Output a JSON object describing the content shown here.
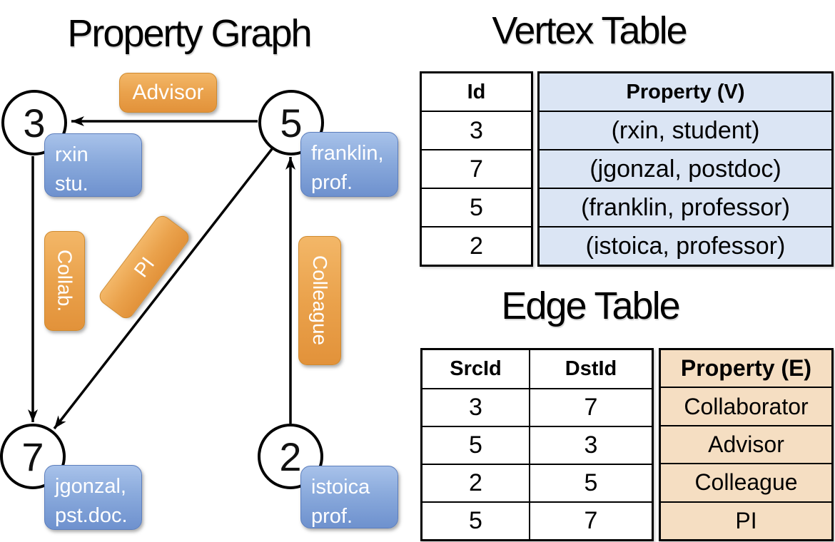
{
  "graph": {
    "title": "Property Graph",
    "vertices": [
      {
        "id": "3",
        "label": [
          "rxin",
          "stu."
        ]
      },
      {
        "id": "5",
        "label": [
          "franklin,",
          "prof."
        ]
      },
      {
        "id": "7",
        "label": [
          "jgonzal,",
          "pst.doc."
        ]
      },
      {
        "id": "2",
        "label": [
          "istoica",
          "prof."
        ]
      }
    ],
    "edges": [
      {
        "label": "Advisor",
        "from": "5",
        "to": "3"
      },
      {
        "label": "Collab.",
        "from": "3",
        "to": "7"
      },
      {
        "label": "PI",
        "from": "5",
        "to": "7"
      },
      {
        "label": "Colleague",
        "from": "2",
        "to": "5"
      }
    ]
  },
  "vertex_table": {
    "title": "Vertex Table",
    "headers": {
      "id": "Id",
      "property": "Property (V)"
    },
    "rows": [
      {
        "id": "3",
        "property": "(rxin, student)"
      },
      {
        "id": "7",
        "property": "(jgonzal, postdoc)"
      },
      {
        "id": "5",
        "property": "(franklin, professor)"
      },
      {
        "id": "2",
        "property": "(istoica, professor)"
      }
    ]
  },
  "edge_table": {
    "title": "Edge Table",
    "headers": {
      "src": "SrcId",
      "dst": "DstId",
      "property": "Property (E)"
    },
    "rows": [
      {
        "src": "3",
        "dst": "7",
        "property": "Collaborator"
      },
      {
        "src": "5",
        "dst": "3",
        "property": "Advisor"
      },
      {
        "src": "2",
        "dst": "5",
        "property": "Colleague"
      },
      {
        "src": "5",
        "dst": "7",
        "property": "PI"
      }
    ]
  },
  "colors": {
    "edge_label_orange_top": "#F3B768",
    "edge_label_orange_bottom": "#E2923A",
    "vertex_label_blue_top": "#A8C2EA",
    "vertex_label_blue_bottom": "#6E91CE",
    "vertex_table_cell_bg": "#DBE5F4",
    "edge_table_cell_bg": "#F5DEC2",
    "line_color": "#000000"
  }
}
